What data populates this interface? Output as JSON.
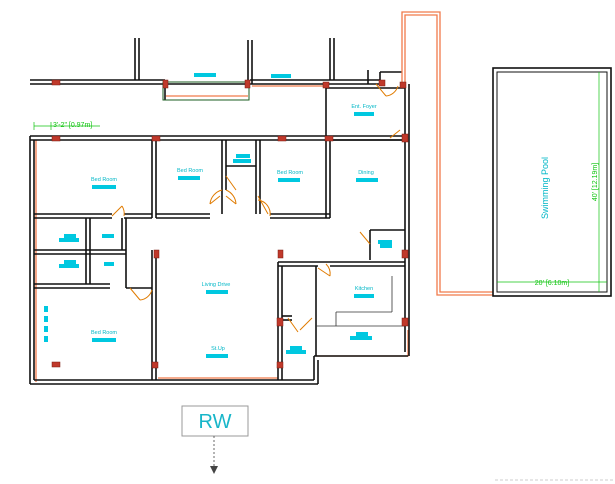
{
  "rooms": {
    "ent_foyer": "Ent. Foyer",
    "bed_room_1": "Bed Room",
    "bed_room_2": "Bed Room",
    "bed_room_3": "Bed Room",
    "bed_room_4": "Bed Room",
    "dining": "Dining",
    "living_drive": "Living Drive",
    "kitchen": "Kitchen",
    "swimming_pool": "Swimming Pool",
    "stair": "St.Up"
  },
  "dimensions": {
    "top_left": "3'-2\" [0.97m]",
    "pool_height": "40' [12.19m]",
    "pool_width": "20' [6.10m]"
  },
  "markers": {
    "rw": "RW"
  },
  "colors": {
    "wall": "#111111",
    "boundary": "#f07a4a",
    "label": "#00b7c7",
    "dimension": "#11c511",
    "column": "#c0392b"
  }
}
